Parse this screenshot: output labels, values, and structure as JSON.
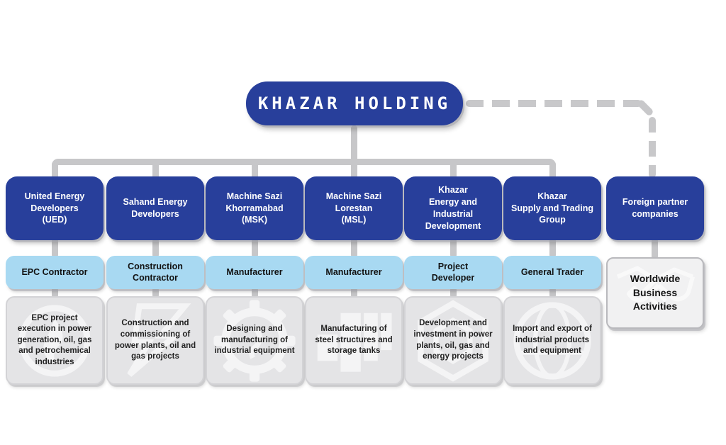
{
  "holding": {
    "title": "KHAZAR HOLDING"
  },
  "colors": {
    "primary_blue": "#283F9B",
    "light_blue": "#A8D9F2",
    "box_gray": "#E4E4E6",
    "partner_box_gray": "#F1F1F2",
    "connector_gray": "#C7C7C9",
    "text_white": "#FFFFFF",
    "text_dark": "#1A1A1A"
  },
  "columns": [
    {
      "name": "United Energy\nDevelopers\n(UED)",
      "role": "EPC Contractor",
      "description": "EPC project execution in power generation, oil, gas and petrochemical industries",
      "icon": "globe-flame-icon"
    },
    {
      "name": "Sahand Energy\nDevelopers",
      "role": "Construction\nContractor",
      "description": "Construction and commissioning of power plants, oil and gas projects",
      "icon": "lightning-icon"
    },
    {
      "name": "Machine Sazi\nKhorramabad\n(MSK)",
      "role": "Manufacturer",
      "description": "Designing and manufacturing of industrial equipment",
      "icon": "gear-icon"
    },
    {
      "name": "Machine Sazi\nLorestan\n(MSL)",
      "role": "Manufacturer",
      "description": "Manufacturing of steel structures and storage tanks",
      "icon": "steel-panels-icon"
    },
    {
      "name": "Khazar\nEnergy and\nIndustrial\nDevelopment",
      "role": "Project\nDeveloper",
      "description": "Development and investment in power plants, oil, gas and energy projects",
      "icon": "hexagon-icon"
    },
    {
      "name": "Khazar\nSupply and Trading\nGroup",
      "role": "General Trader",
      "description": "Import and export of industrial products and equipment",
      "icon": "globe-icon"
    },
    {
      "name": "Foreign partner\ncompanies",
      "role": "",
      "description": "Worldwide\nBusiness\nActivities",
      "icon": "handshake-icon"
    }
  ]
}
